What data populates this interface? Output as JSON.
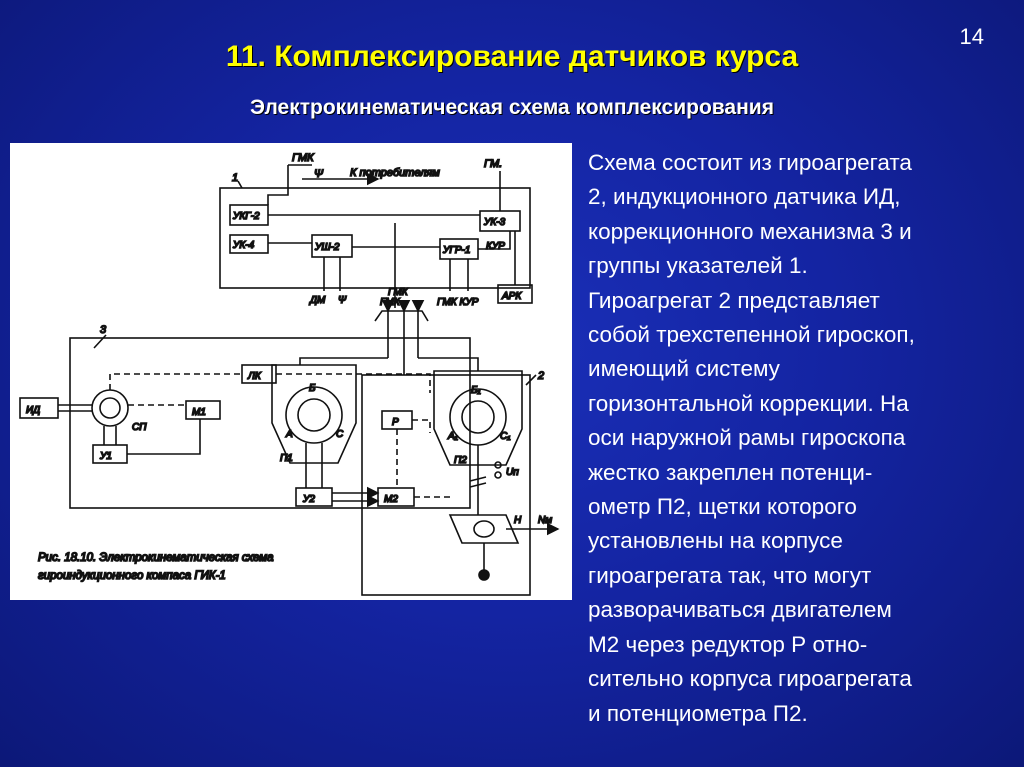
{
  "slide_number": "14",
  "title": "11. Комплексирование датчиков курса",
  "subtitle": "Электрокинематическая схема комплексирования",
  "figure": {
    "labels": {
      "gmk_top": "ГМК",
      "psi_top": "Ψ",
      "to_consumers": "К потребителям",
      "gm": "ГМ.",
      "group1": "1",
      "ukg2": "УКГ-2",
      "uk4": "УК-4",
      "ush2": "УШ-2",
      "ugr1": "УГР-1",
      "uk3": "УК-3",
      "kur_right": "КУР",
      "dm": "ДМ",
      "psi_bottom": "Ψ",
      "gmk_bottom": "ГМК",
      "gmk_kur": "ГМК КУР",
      "ark": "АРК",
      "gmk_mid": "ГМК",
      "group3": "3",
      "group2": "2",
      "id": "ИД",
      "sp": "СП",
      "m1": "М1",
      "lk": "ЛК",
      "u1": "У1",
      "p_reducer": "Р",
      "b_left": "Б",
      "a_left": "А",
      "c_left": "С",
      "p1": "П1",
      "b_right": "Б₁",
      "a_right": "А₁",
      "c_right": "С₁",
      "p2": "П2",
      "u_p": "Uп",
      "u2": "У2",
      "m2": "М2",
      "h": "Н",
      "n_m": "Nм"
    },
    "caption_line1": "Рис. 18.10. Электрокинематическая схема",
    "caption_line2": "гироиндукционного компаса ГИК-1"
  },
  "body_lines": [
    "Схема состоит из гироагрегата",
    "2, индукционного датчика ИД,",
    "коррекционного механизма 3 и",
    "группы указателей 1.",
    "Гироагрегат 2 представляет",
    "собой трехстепенной гироскоп,",
    "имеющий систему",
    "горизонтальной коррекции. На",
    "оси наружной рамы гироскопа",
    "жестко закреплен потенци-",
    "ометр П2, щетки которого",
    "установлены на корпусе",
    "гироагрегата так, что могут",
    "разворачиваться двигателем",
    "М2 через редуктор Р отно-",
    "сительно корпуса гироагрегата",
    "и потенциометра П2."
  ]
}
